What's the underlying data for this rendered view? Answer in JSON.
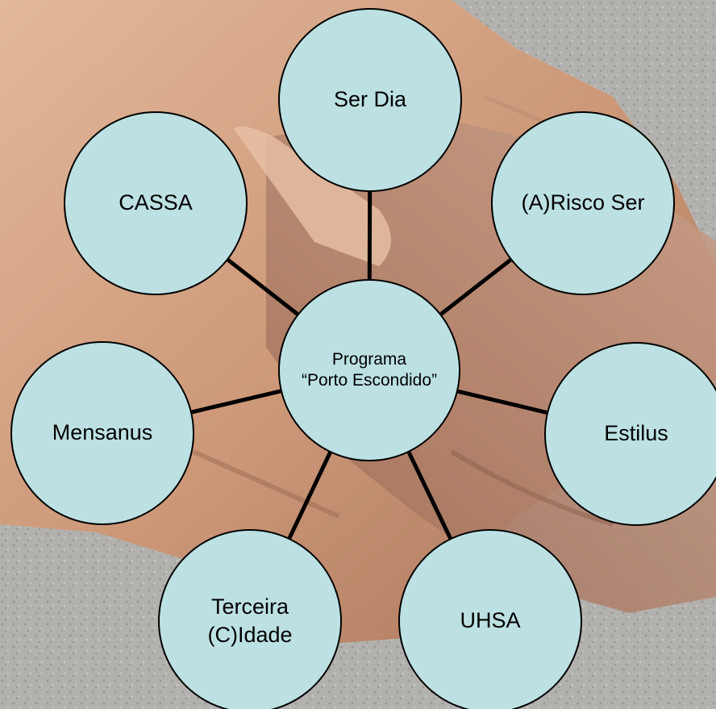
{
  "diagram": {
    "center": {
      "label": "Programa\n“Porto Escondido”"
    },
    "nodes": [
      {
        "id": "ser-dia",
        "label": "Ser Dia"
      },
      {
        "id": "a-risco-ser",
        "label": "(A)Risco Ser"
      },
      {
        "id": "estilus",
        "label": "Estilus"
      },
      {
        "id": "uhsa",
        "label": "UHSA"
      },
      {
        "id": "terceira-c-idade",
        "label": "Terceira\n(C)Idade"
      },
      {
        "id": "mensanus",
        "label": "Mensanus"
      },
      {
        "id": "cassa",
        "label": "CASSA"
      }
    ],
    "colors": {
      "node_fill": "#bde1e3",
      "node_stroke": "#000000",
      "connector": "#000000"
    }
  },
  "background": {
    "subject": "photo of two hands clasped together over a grey gravel ground"
  }
}
